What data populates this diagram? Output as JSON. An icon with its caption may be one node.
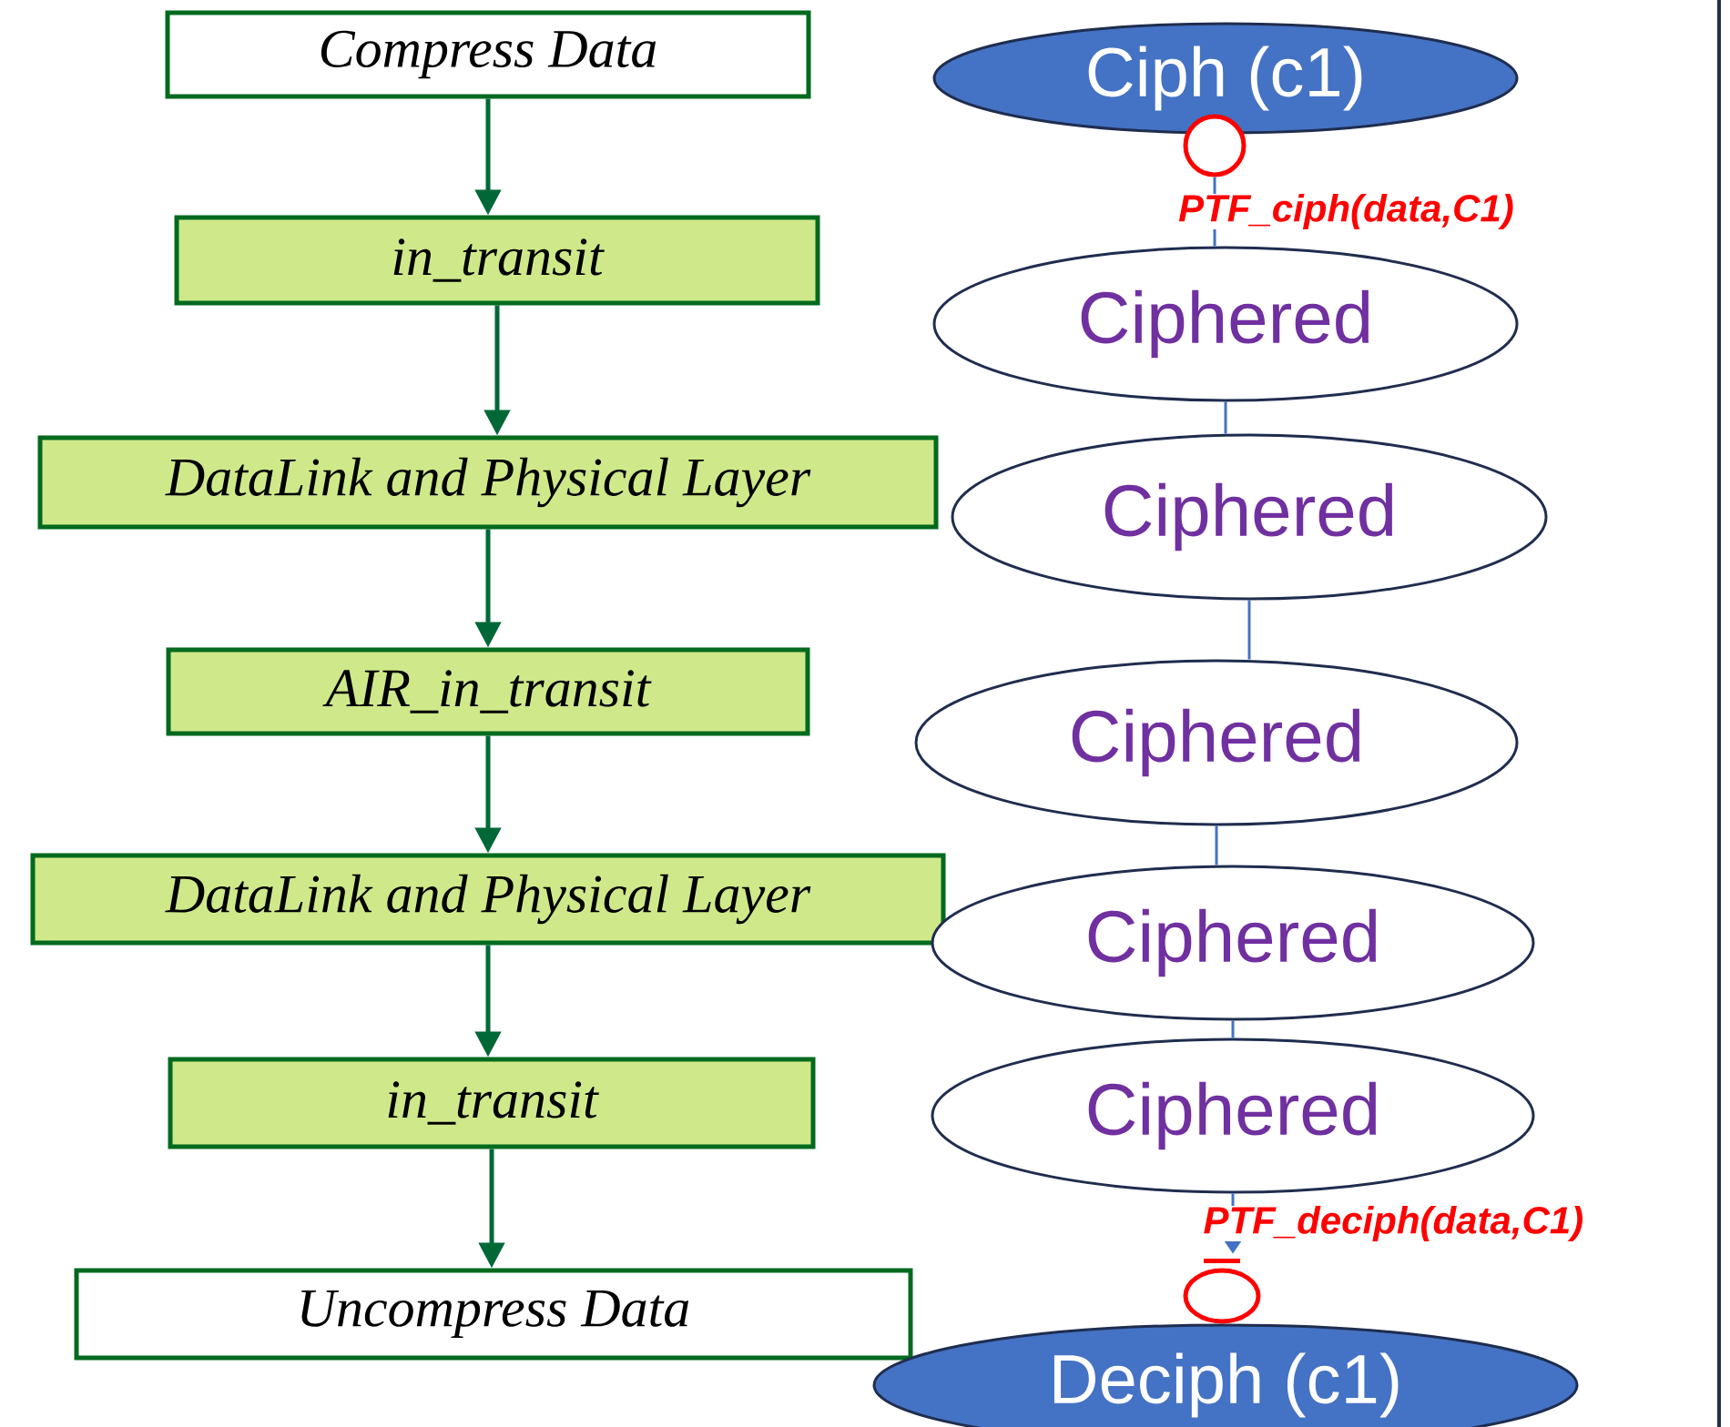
{
  "diagram": {
    "nodes": [
      {
        "text": [
          "Compress Data"
        ]
      },
      {
        "text": [
          "in_transit"
        ]
      },
      {
        "text": [
          "DataLink and Physical Layer"
        ]
      },
      {
        "text": [
          "AIR_in_transit"
        ]
      },
      {
        "text": [
          "DataLink and Physical Layer"
        ]
      },
      {
        "text": [
          "in_transit"
        ]
      },
      {
        "text": [
          "Uncompress Data"
        ]
      },
      {
        "text": [
          "Ciph (c1)"
        ]
      },
      {
        "text": [],
        "shape": "circle"
      },
      {
        "text": [
          "Ciphered"
        ]
      },
      {
        "text": [
          "Ciphered"
        ]
      },
      {
        "text": [
          "Ciphered"
        ]
      },
      {
        "text": [
          "Ciphered"
        ]
      },
      {
        "text": [
          "Ciphered"
        ]
      },
      {
        "text": [],
        "shape": "circle"
      },
      {
        "text": [
          "Deciph (c1)"
        ]
      }
    ],
    "edges": [
      {
        "from": 0,
        "to": 1,
        "arrow": "to",
        "color": "#006837"
      },
      {
        "from": 1,
        "to": 2,
        "arrow": "to",
        "color": "#006837"
      },
      {
        "from": 2,
        "to": 3,
        "arrow": "to",
        "color": "#006837"
      },
      {
        "from": 3,
        "to": 4,
        "arrow": "to",
        "color": "#006837"
      },
      {
        "from": 4,
        "to": 5,
        "arrow": "to",
        "color": "#006837"
      },
      {
        "from": 5,
        "to": 6,
        "arrow": "to",
        "color": "#006837"
      },
      {
        "from": 8,
        "to": 9,
        "arrow": "none",
        "label": "PTF_ciph(data,C1)",
        "color": "#4472c4"
      },
      {
        "from": 9,
        "to": 10,
        "arrow": "none",
        "color": "#4472c4"
      },
      {
        "from": 10,
        "to": 11,
        "arrow": "none",
        "color": "#4472c4"
      },
      {
        "from": 11,
        "to": 12,
        "arrow": "none",
        "color": "#4472c4"
      },
      {
        "from": 12,
        "to": 13,
        "arrow": "none",
        "color": "#4472c4"
      },
      {
        "from": 13,
        "to": 14,
        "arrow": "to",
        "label": "PTF_deciph(data,C1)",
        "color": "#4472c4"
      }
    ]
  }
}
